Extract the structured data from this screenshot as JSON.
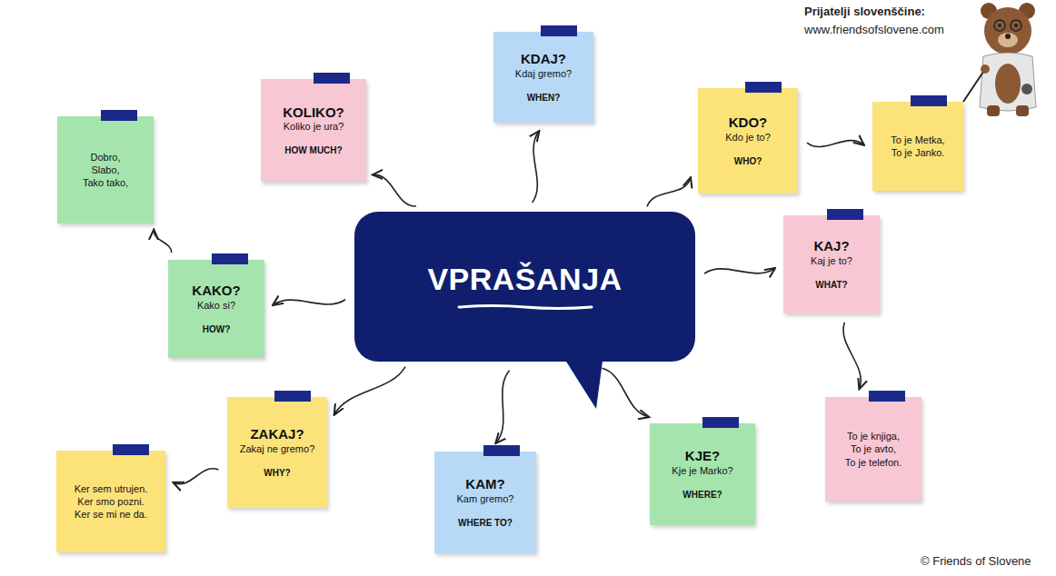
{
  "diagram": {
    "nodes": [
      {
        "text": [
          "VPRAŠANJA"
        ]
      },
      {
        "text": [
          "KOLIKO?",
          "Koliko je ura?",
          "HOW MUCH?"
        ]
      },
      {
        "text": [
          "KDAJ?",
          "Kdaj gremo?",
          "WHEN?"
        ]
      },
      {
        "text": [
          "KDO?",
          "Kdo je to?",
          "WHO?"
        ]
      },
      {
        "text": [
          "To je Metka,",
          "To je Janko."
        ]
      },
      {
        "text": [
          "KAJ?",
          "Kaj je to?",
          "WHAT?"
        ]
      },
      {
        "text": [
          "To je knjiga,",
          "To je avto,",
          "To je telefon."
        ]
      },
      {
        "text": [
          "KJE?",
          "Kje je Marko?",
          "WHERE?"
        ]
      },
      {
        "text": [
          "KAM?",
          "Kam gremo?",
          "WHERE TO?"
        ]
      },
      {
        "text": [
          "ZAKAJ?",
          "Zakaj ne gremo?",
          "WHY?"
        ]
      },
      {
        "text": [
          "Ker sem utrujen.",
          "Ker smo pozni.",
          "Ker se mi ne da."
        ]
      },
      {
        "text": [
          "KAKO?",
          "Kako si?",
          "HOW?"
        ]
      },
      {
        "text": [
          "Dobro,",
          "Slabo,",
          "Tako tako,"
        ]
      }
    ],
    "edges": [
      {
        "from": 0,
        "to": 1,
        "arrow": "to"
      },
      {
        "from": 0,
        "to": 2,
        "arrow": "to"
      },
      {
        "from": 0,
        "to": 3,
        "arrow": "to"
      },
      {
        "from": 3,
        "to": 4,
        "arrow": "to"
      },
      {
        "from": 0,
        "to": 5,
        "arrow": "to"
      },
      {
        "from": 5,
        "to": 6,
        "arrow": "to"
      },
      {
        "from": 0,
        "to": 7,
        "arrow": "to"
      },
      {
        "from": 0,
        "to": 8,
        "arrow": "to"
      },
      {
        "from": 0,
        "to": 9,
        "arrow": "to"
      },
      {
        "from": 9,
        "to": 10,
        "arrow": "to"
      },
      {
        "from": 0,
        "to": 11,
        "arrow": "to"
      },
      {
        "from": 11,
        "to": 12,
        "arrow": "to"
      }
    ],
    "labels": [
      "Prijatelji slovenščine:",
      "www.friendsofslovene.com",
      "© Friends of Slovene"
    ]
  }
}
